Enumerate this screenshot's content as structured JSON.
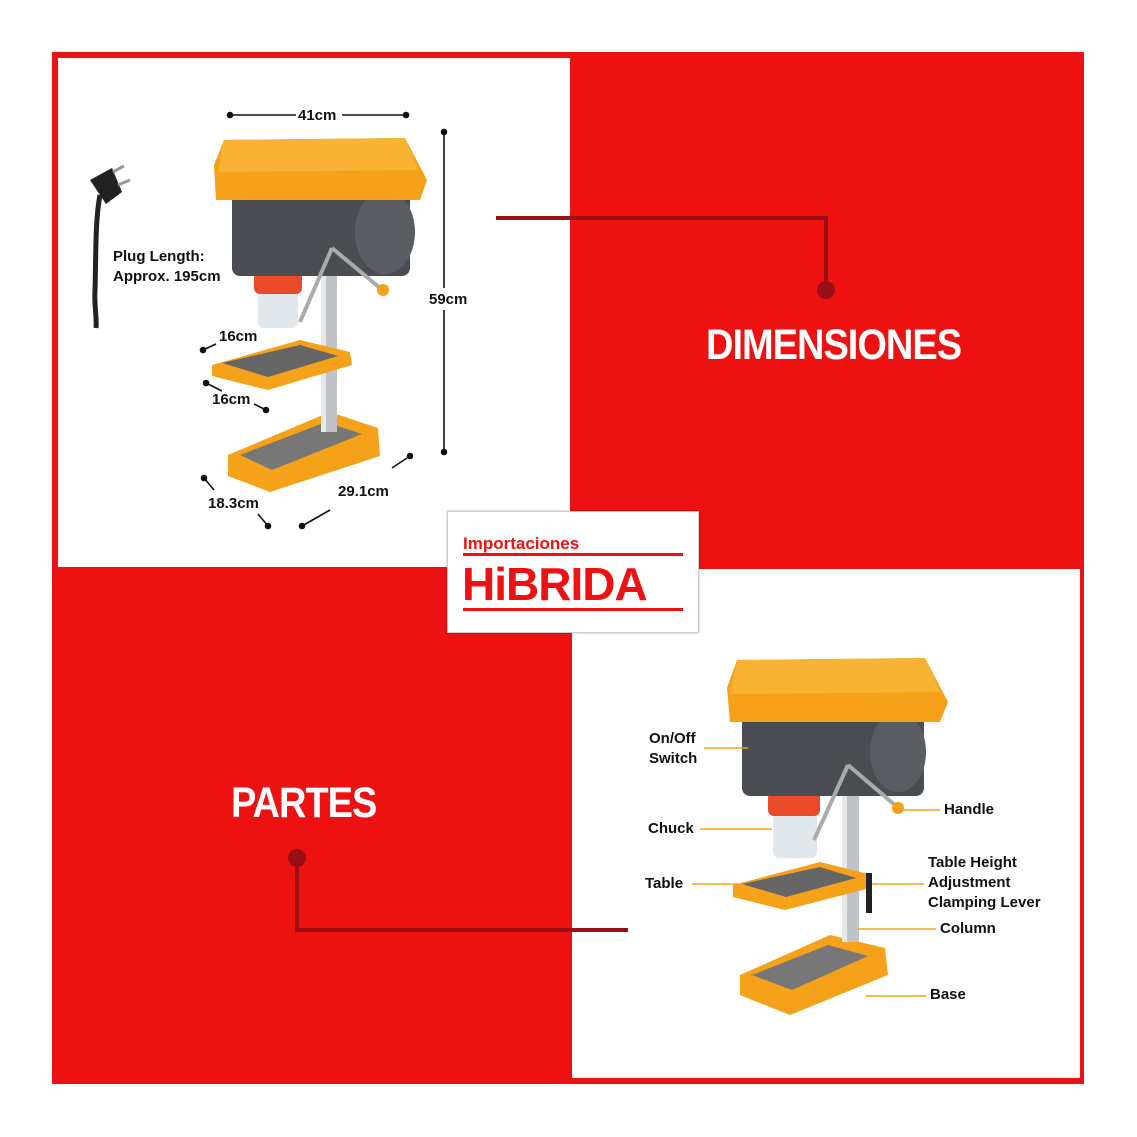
{
  "colors": {
    "red": "#ee1111",
    "orange": "#f5a11a",
    "gray": "#4a4d52",
    "dark_red": "#9a0f14"
  },
  "dimensions_panel": {
    "title": "DIMENSIONES",
    "plug_label_line1": "Plug Length:",
    "plug_label_line2": "Approx. 195cm",
    "width_top": "41cm",
    "height": "59cm",
    "table_depth": "16cm",
    "table_width": "16cm",
    "base_width": "18.3cm",
    "base_depth": "29.1cm"
  },
  "parts_panel": {
    "title": "PARTES",
    "on_off_line1": "On/Off",
    "on_off_line2": "Switch",
    "handle": "Handle",
    "chuck": "Chuck",
    "table": "Table",
    "clamp_line1": "Table Height",
    "clamp_line2": "Adjustment",
    "clamp_line3": "Clamping Lever",
    "column": "Column",
    "base": "Base"
  },
  "logo": {
    "small_text": "Importaciones",
    "brand_text": "HiBRIDA"
  },
  "icons": [
    "plug-icon",
    "drill-press-image",
    "drill-press-image-parts"
  ]
}
